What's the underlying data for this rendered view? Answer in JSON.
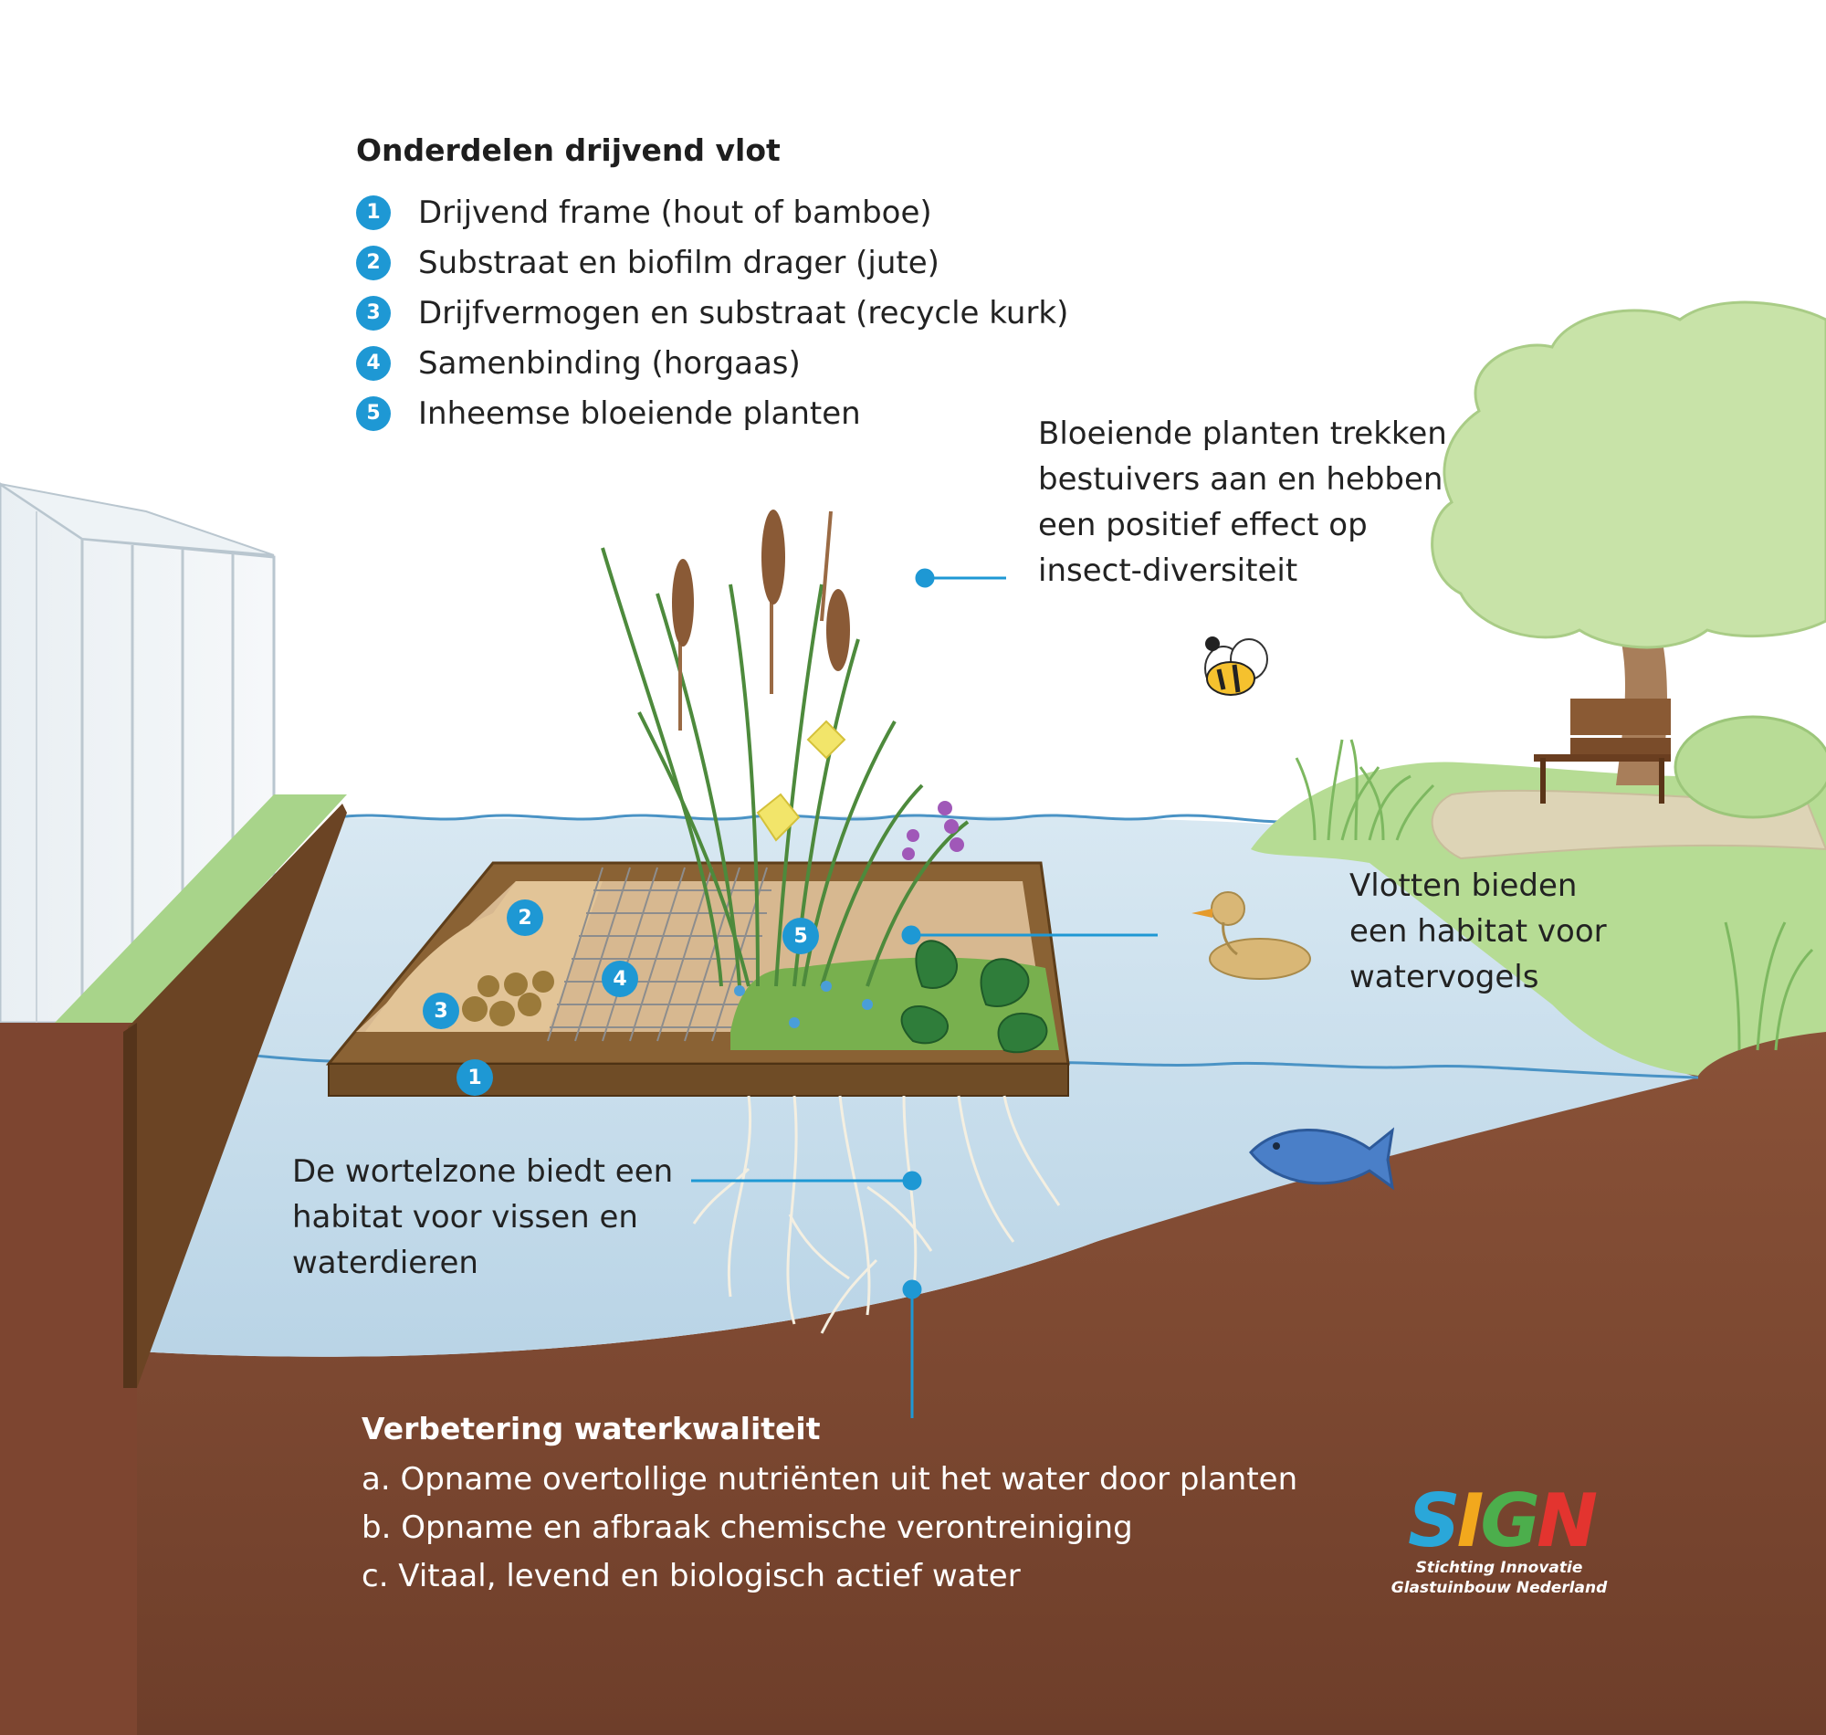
{
  "legend": {
    "title": "Onderdelen drijvend vlot",
    "items": [
      {
        "num": "1",
        "label": "Drijvend frame (hout of bamboe)"
      },
      {
        "num": "2",
        "label": "Substraat en biofilm drager (jute)"
      },
      {
        "num": "3",
        "label": "Drijfvermogen en substraat (recycle kurk)"
      },
      {
        "num": "4",
        "label": "Samenbinding (horgaas)"
      },
      {
        "num": "5",
        "label": "Inheemse bloeiende planten"
      }
    ]
  },
  "callouts": {
    "flowers": "Bloeiende planten trekken\nbestuivers aan en hebben\neen positief effect op\ninsect-diversiteit",
    "birds": "Vlotten bieden\neen habitat voor\nwatervogels",
    "roots": "De wortelzone biedt een\nhabitat voor vissen en\nwaterdieren"
  },
  "water_quality": {
    "title": "Verbetering waterkwaliteit",
    "items": [
      "a. Opname overtollige nutriënten uit het water door planten",
      "b. Opname en afbraak chemische verontreiniging",
      "c. Vitaal, levend en biologisch actief water"
    ]
  },
  "markers": {
    "m1": "1",
    "m2": "2",
    "m3": "3",
    "m4": "4",
    "m5": "5"
  },
  "logo": {
    "letters": [
      "S",
      "I",
      "G",
      "N"
    ],
    "line1": "Stichting Innovatie",
    "line2": "Glastuinbouw Nederland"
  },
  "colors": {
    "accent_blue": "#1e98d4",
    "water": "#cfe3ef",
    "soil": "#7a4632",
    "grass": "#9fcf7e",
    "frame_wood": "#7b5428"
  }
}
